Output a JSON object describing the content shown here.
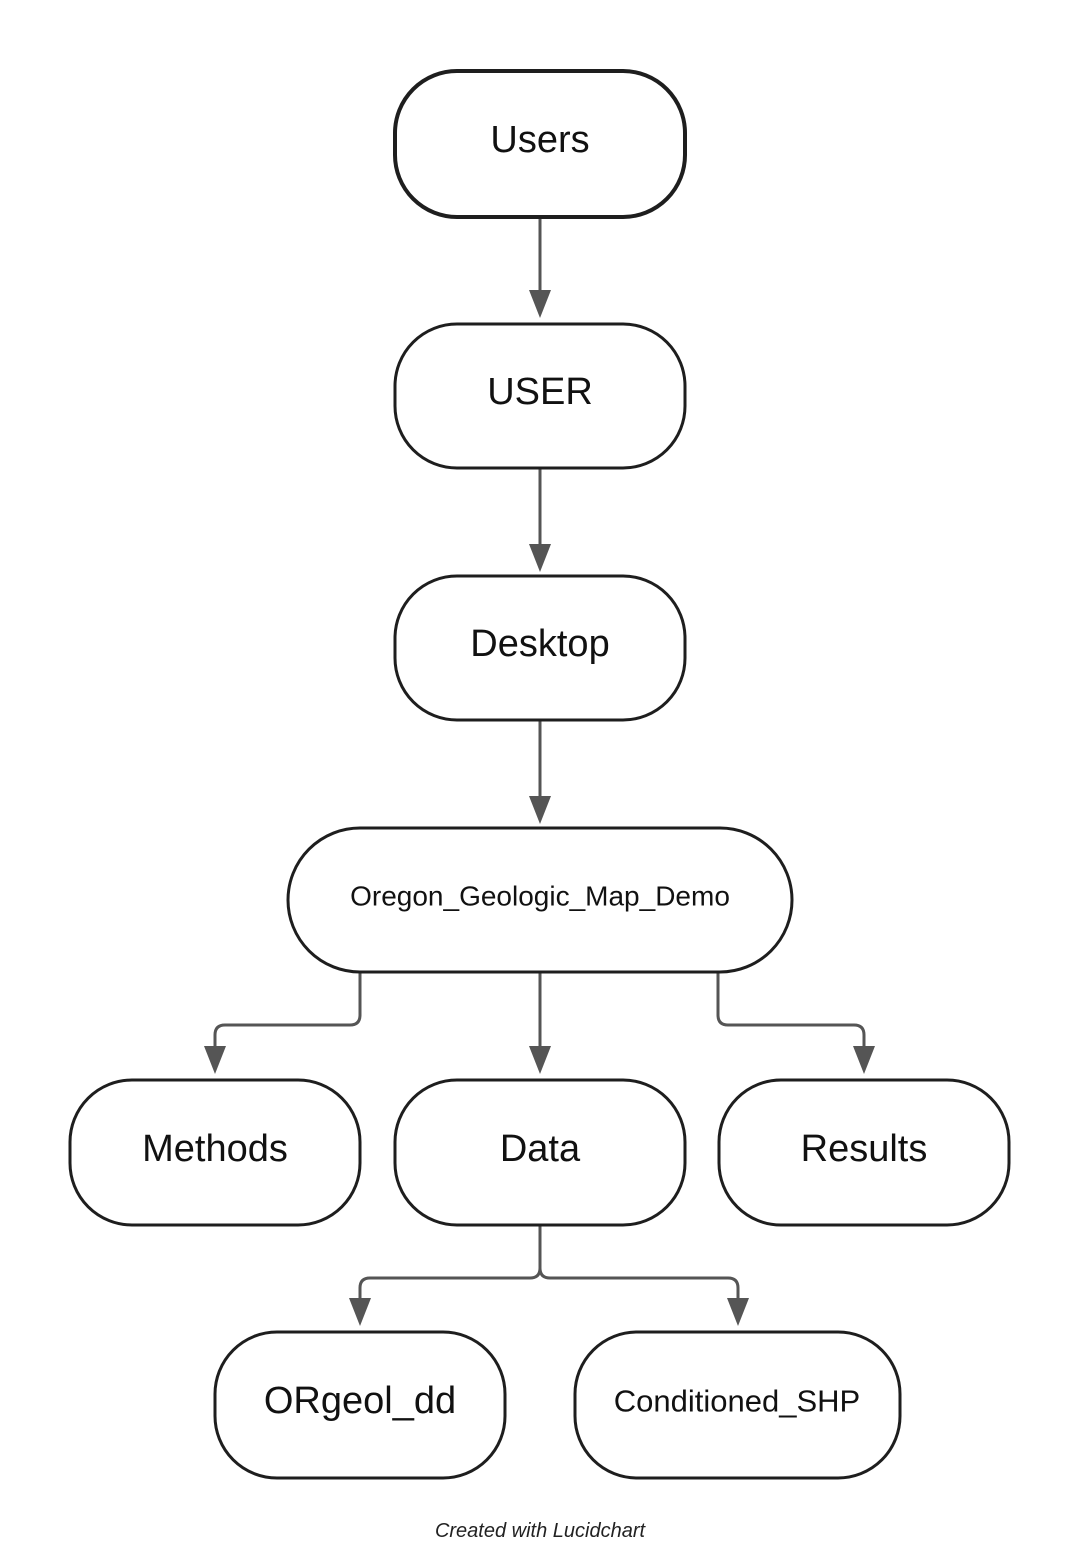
{
  "nodes": {
    "users": "Users",
    "user": "USER",
    "desktop": "Desktop",
    "demo": "Oregon_Geologic_Map_Demo",
    "methods": "Methods",
    "data": "Data",
    "results": "Results",
    "orgeol": "ORgeol_dd",
    "conditioned": "Conditioned_SHP"
  },
  "edges": [
    {
      "from": "users",
      "to": "user"
    },
    {
      "from": "user",
      "to": "desktop"
    },
    {
      "from": "desktop",
      "to": "demo"
    },
    {
      "from": "demo",
      "to": "methods"
    },
    {
      "from": "demo",
      "to": "data"
    },
    {
      "from": "demo",
      "to": "results"
    },
    {
      "from": "data",
      "to": "orgeol"
    },
    {
      "from": "data",
      "to": "conditioned"
    }
  ],
  "footer": "Created with Lucidchart"
}
